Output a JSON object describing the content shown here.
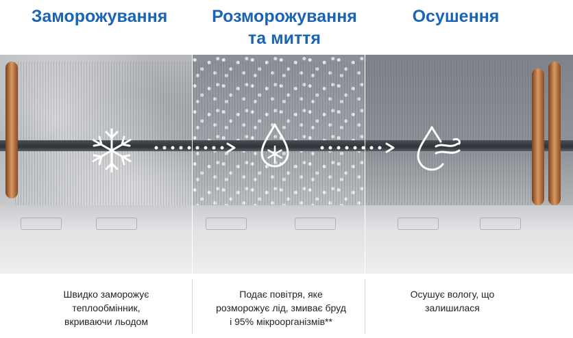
{
  "stages": [
    {
      "title": "Заморожування",
      "description_lines": [
        "Швидко заморожує",
        "теплообмінник,",
        "вкриваючи льодом"
      ],
      "icon": "snowflake-icon"
    },
    {
      "title_lines": [
        "Розморожування",
        "та миття"
      ],
      "description_lines": [
        "Подає повітря, яке",
        "розморожує лід, змиває бруд",
        "і 95% мікроорганізмів**"
      ],
      "icon": "water-drop-snowflake-icon"
    },
    {
      "title": "Осушення",
      "description_lines": [
        "Осушує вологу, що",
        "залишилася"
      ],
      "icon": "drop-wind-icon"
    }
  ],
  "colors": {
    "title": "#1a64b8",
    "text": "#222222",
    "icon": "#ffffff"
  }
}
